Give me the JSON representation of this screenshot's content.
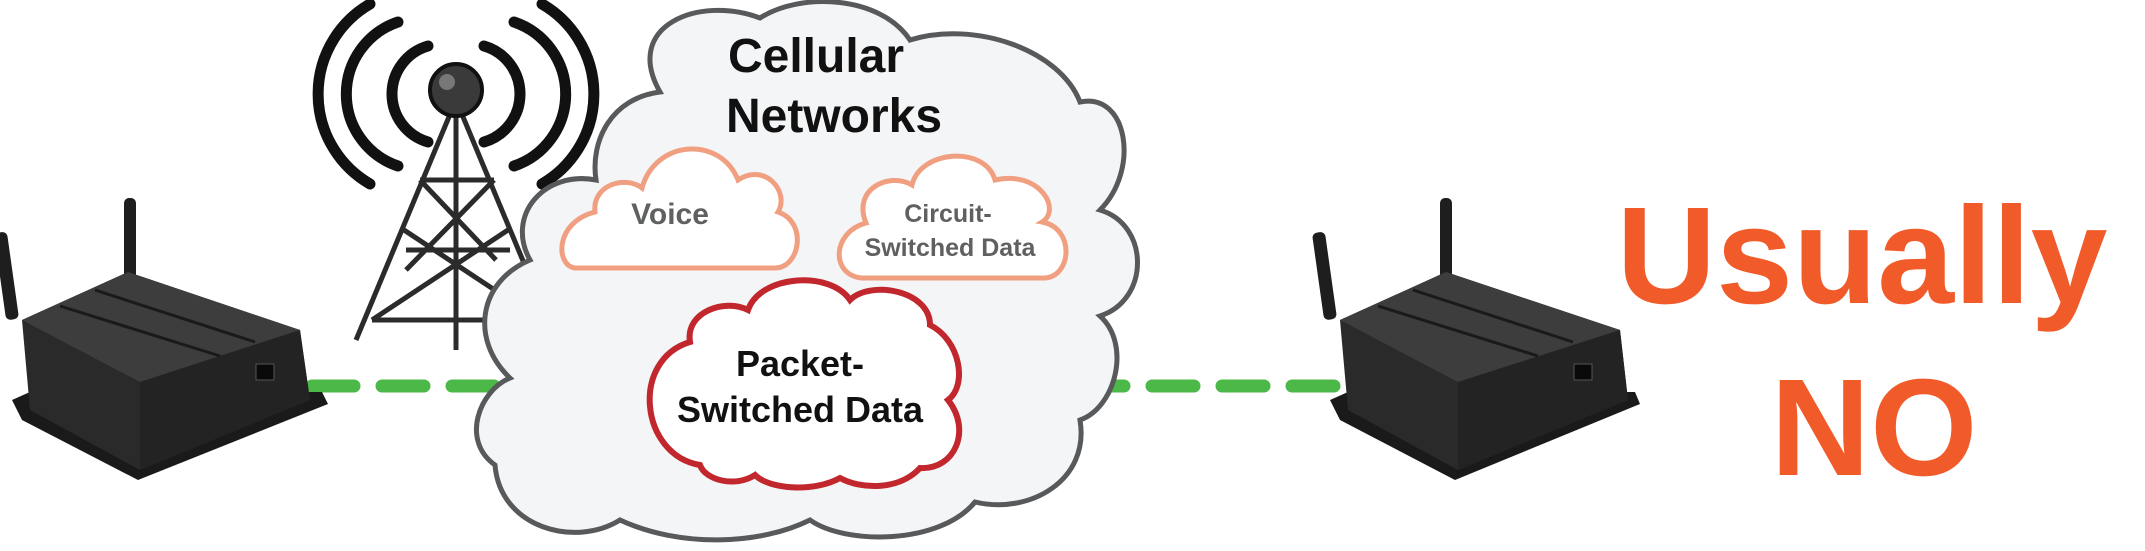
{
  "diagram": {
    "network_cloud": {
      "title_line1": "Cellular",
      "title_line2": "Networks"
    },
    "voice_cloud": {
      "label": "Voice"
    },
    "circuit_cloud": {
      "label_line1": "Circuit-",
      "label_line2": "Switched Data"
    },
    "packet_cloud": {
      "label_line1": "Packet-",
      "label_line2": "Switched Data"
    },
    "answer": {
      "line1": "Usually",
      "line2": "NO"
    },
    "icons": [
      "cell-tower-icon",
      "router-device-icon",
      "router-device-icon"
    ],
    "colors": {
      "connection": "#4cb848",
      "answer": "#f15a29",
      "voice_circuit_outline": "#f0a081",
      "packet_outline": "#c1272d",
      "cloud_outline": "#58595b",
      "cloud_fill": "#f4f5f6"
    }
  }
}
